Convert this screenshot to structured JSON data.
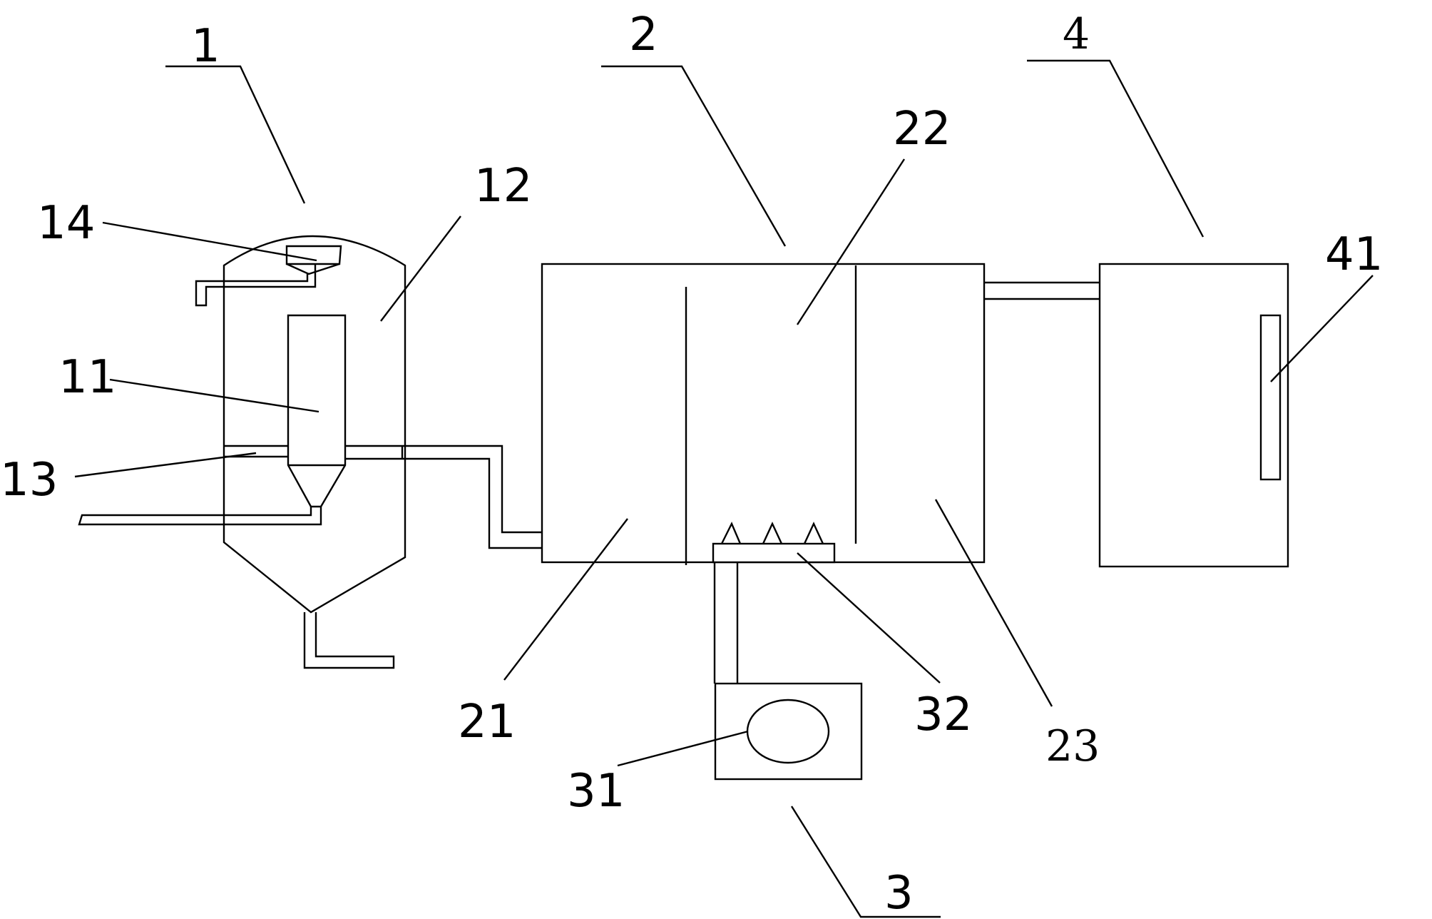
{
  "labels": {
    "l1": "1",
    "l2": "2",
    "l3": "3",
    "l4": "4",
    "l11": "11",
    "l12": "12",
    "l13": "13",
    "l14": "14",
    "l21": "21",
    "l22": "22",
    "l23": "23",
    "l31": "31",
    "l32": "32",
    "l41": "41"
  },
  "colors": {
    "stroke": "#000000",
    "background": "#ffffff"
  }
}
